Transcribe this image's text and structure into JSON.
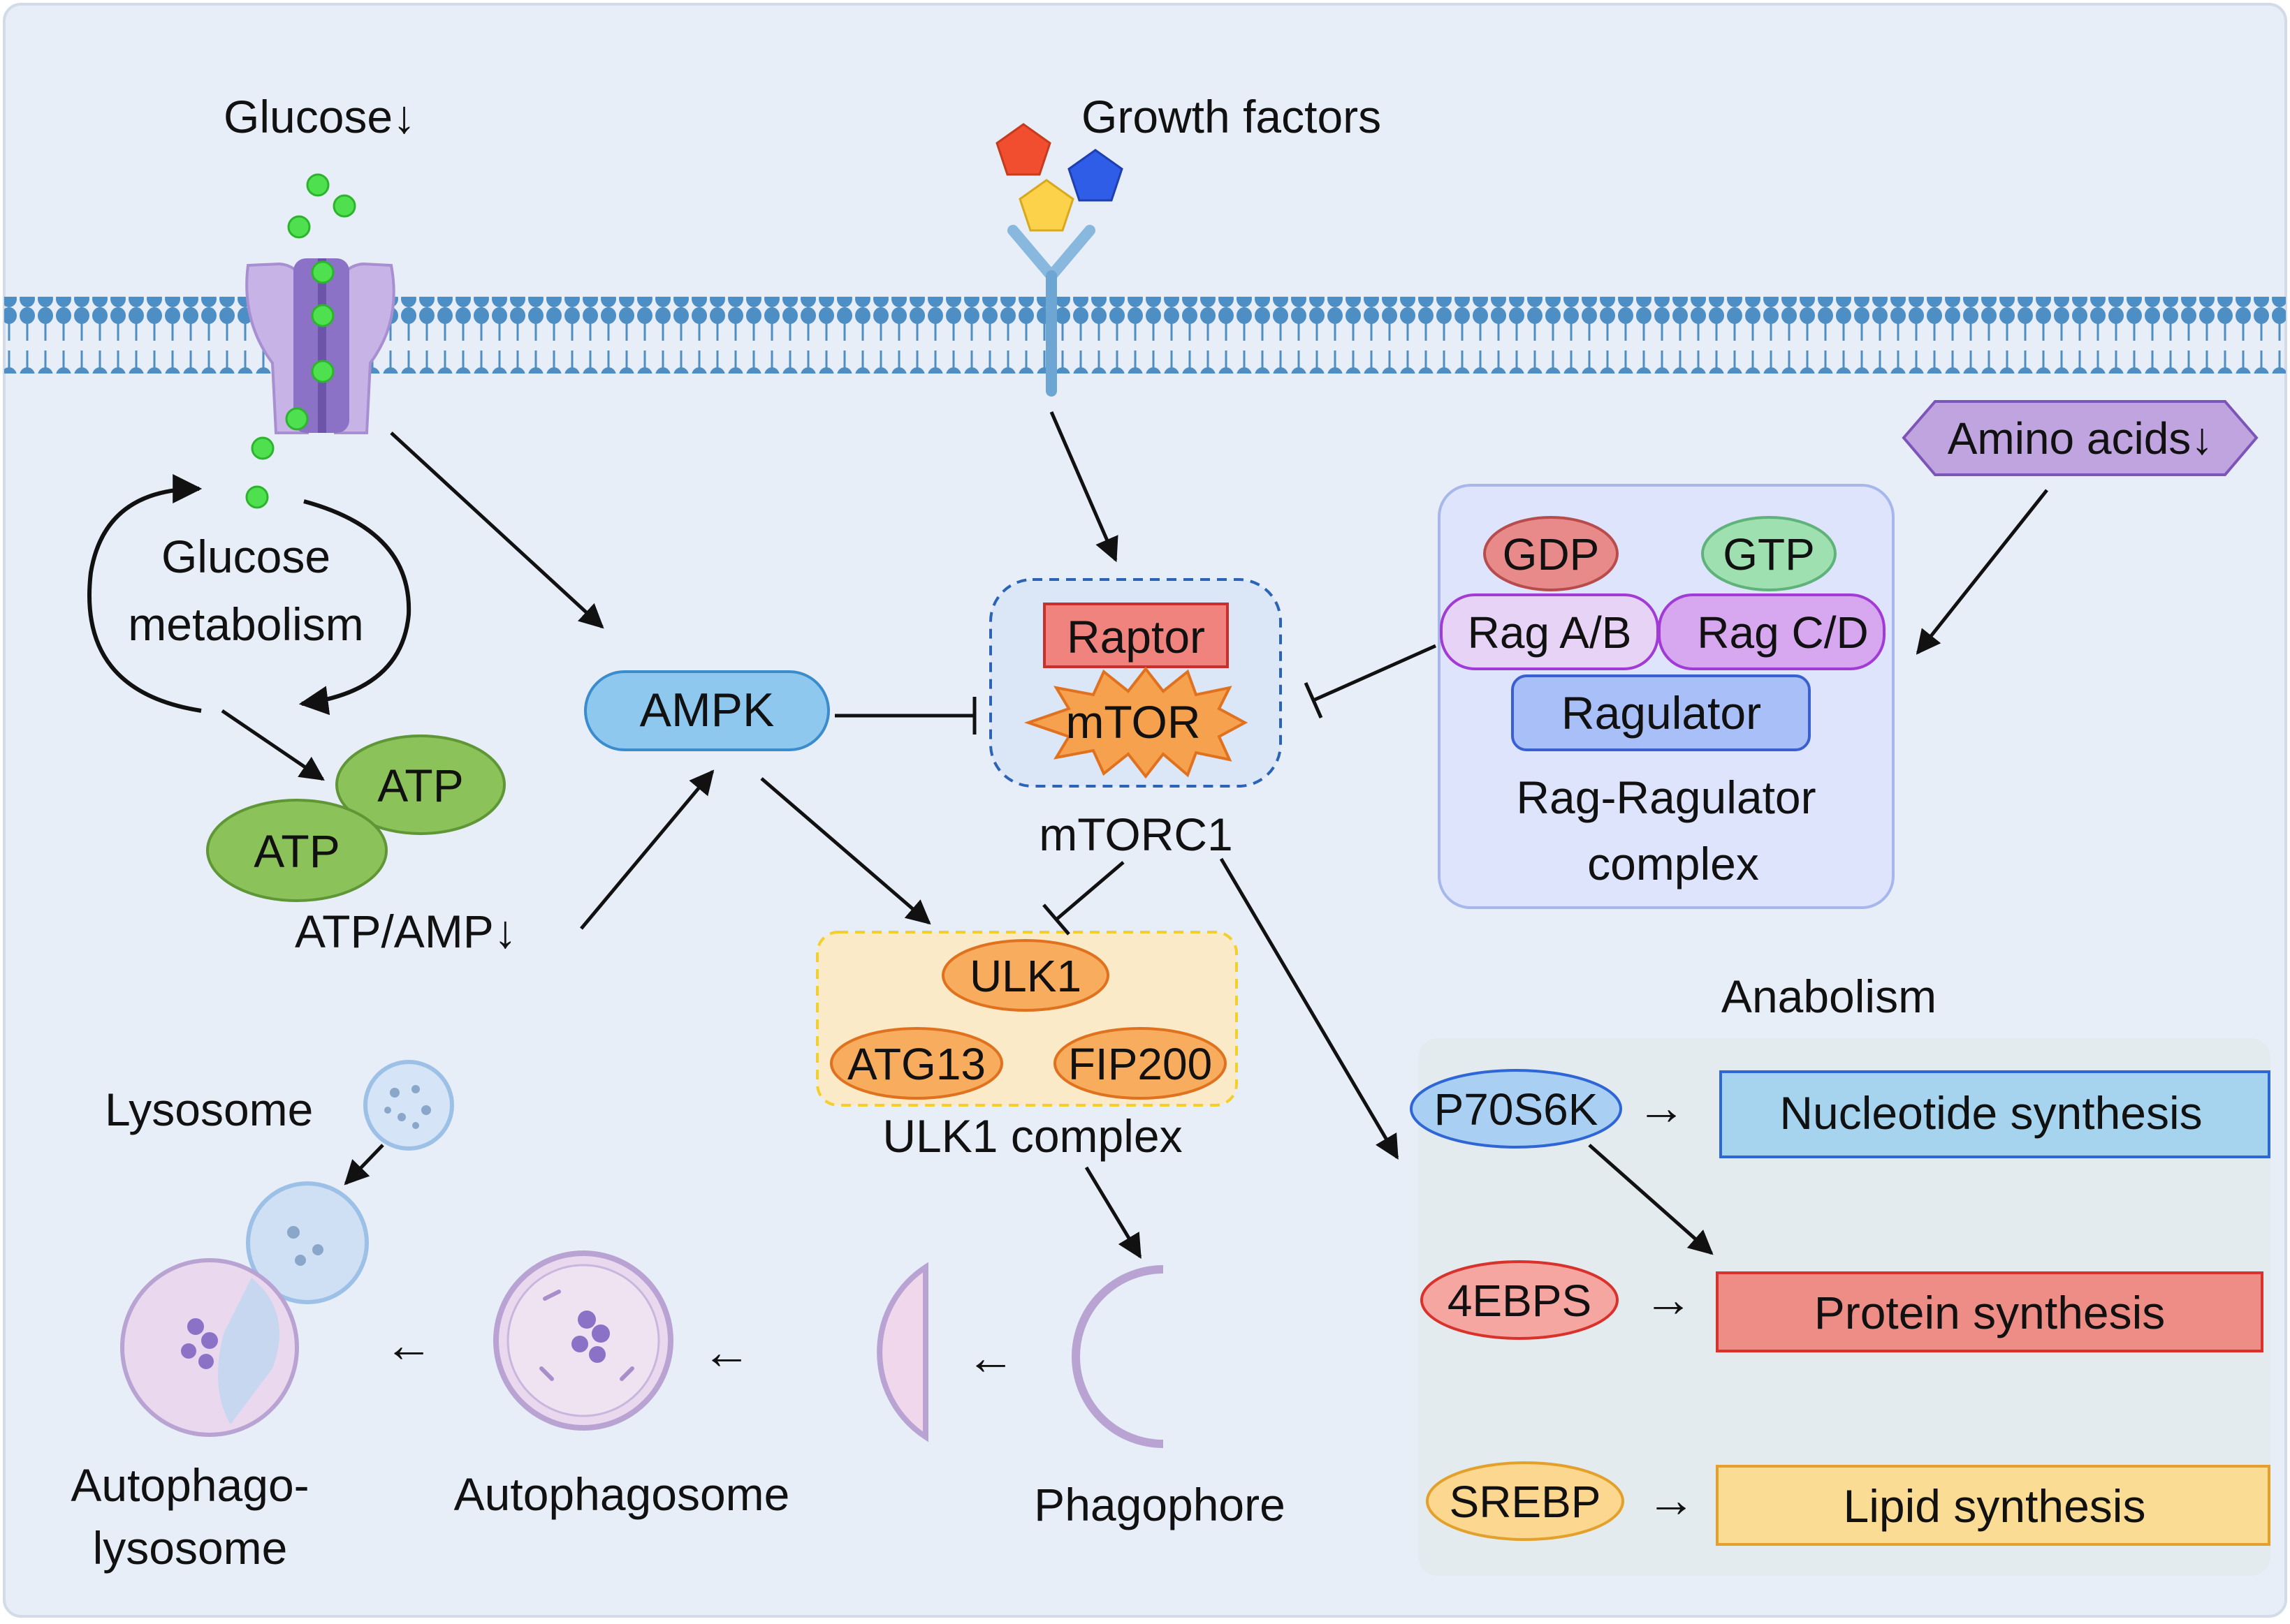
{
  "colors": {
    "background": "#e8eef8",
    "membrane": "#4d8fc4",
    "ampk": "#8fc8ef",
    "raptor": "#f0837e",
    "mtor": "#f6a14e",
    "atp": "#8cc25a",
    "gdp": "#e88a8a",
    "gtp": "#9fe0b0",
    "rag": "#d7a8f0",
    "ragulator": "#a9bff7",
    "ulk_box": "#fbeac8",
    "ulk_item": "#f8ad5e",
    "amino": "#bfa4df",
    "p70": "#a9cff3",
    "ebps": "#f6a6a0",
    "srebp": "#fcd790",
    "nucleotide": "#a6d4ef",
    "protein": "#ee8d86",
    "lipid": "#fadc94",
    "glucose_dot": "#4fe04f",
    "anabolism_panel": "#e4ebee"
  },
  "labels": {
    "glucose": "Glucose↓",
    "growth_factors": "Growth factors",
    "glucose_metabolism_1": "Glucose",
    "glucose_metabolism_2": "metabolism",
    "ampk": "AMPK",
    "atp_top": "ATP",
    "atp_bottom": "ATP",
    "atp_amp": "ATP/AMP↓",
    "raptor": "Raptor",
    "mtor": "mTOR",
    "mtorc1": "mTORC1",
    "amino_acids": "Amino acids↓",
    "gdp": "GDP",
    "gtp": "GTP",
    "rag_ab": "Rag A/B",
    "rag_cd": "Rag C/D",
    "ragulator": "Ragulator",
    "rag_complex_1": "Rag-Ragulator",
    "rag_complex_2": "complex",
    "ulk1": "ULK1",
    "atg13": "ATG13",
    "fip200": "FIP200",
    "ulk1_complex": "ULK1 complex",
    "anabolism": "Anabolism",
    "p70s6k": "P70S6K",
    "ebps": "4EBPS",
    "srebp": "SREBP",
    "nucleotide": "Nucleotide synthesis",
    "protein": "Protein synthesis",
    "lipid": "Lipid synthesis",
    "lysosome": "Lysosome",
    "autophagolysosome_1": "Autophago-",
    "autophagolysosome_2": "lysosome",
    "autophagosome": "Autophagosome",
    "phagophore": "Phagophore",
    "arrow_right": "→",
    "arrow_left": "←"
  }
}
